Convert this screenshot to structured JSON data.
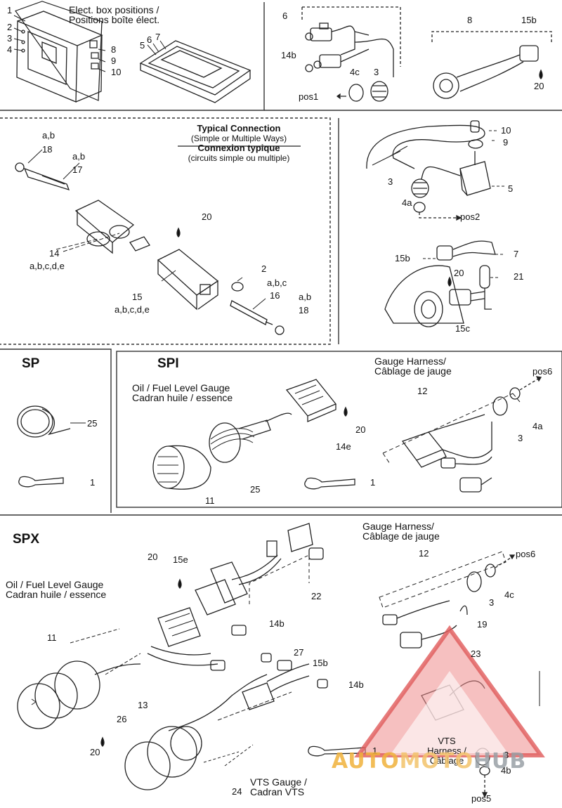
{
  "watermark": {
    "text_a": "AUTO",
    "text_b": "MOTO",
    "text_c": "HUB"
  },
  "panel1": {
    "title1": "Elect. box positions /",
    "title2": "Positions boîte élect.",
    "n1": "1",
    "n2": "2",
    "n3": "3",
    "n4": "4",
    "n8": "8",
    "n9": "9",
    "n10": "10",
    "n5": "5",
    "n6": "6",
    "n7": "7"
  },
  "panel2": {
    "n6": "6",
    "n14b": "14b",
    "n4c": "4c",
    "n3": "3",
    "pos1": "pos1",
    "n8": "8",
    "n15b": "15b",
    "n20": "20"
  },
  "panel3": {
    "t1": "Typical Connection",
    "t2": "(Simple or Multiple Ways)",
    "t3": "Connexion typique",
    "t4": "(circuits simple ou multiple)",
    "ab1": "a,b",
    "n18": "18",
    "ab2": "a,b",
    "n17": "17",
    "n20": "20",
    "n14": "14",
    "abcde1": "a,b,c,d,e",
    "n15": "15",
    "abcde2": "a,b,c,d,e",
    "n2": "2",
    "abc": "a,b,c",
    "n16": "16",
    "ab3": "a,b",
    "n18b": "18"
  },
  "panel4": {
    "n10": "10",
    "n9": "9",
    "n3": "3",
    "n5": "5",
    "n4a": "4a",
    "pos2": "pos2"
  },
  "panel5": {
    "n15b": "15b",
    "n7": "7",
    "n20": "20",
    "n21": "21",
    "n15c": "15c"
  },
  "sp": {
    "title": "SP",
    "n25": "25",
    "n1": "1"
  },
  "spi": {
    "title": "SPI",
    "gauge1": "Oil / Fuel Level Gauge",
    "gauge2": "Cadran huile / essence",
    "harness1": "Gauge Harness/",
    "harness2": "Câblage de jauge",
    "pos6": "pos6",
    "n12": "12",
    "n20": "20",
    "n14e": "14e",
    "n4a": "4a",
    "n3": "3",
    "n25": "25",
    "n11": "11",
    "n1": "1"
  },
  "spx": {
    "title": "SPX",
    "harness1": "Gauge Harness/",
    "harness2": "Câblage de jauge",
    "n20a": "20",
    "n15e": "15e",
    "n12": "12",
    "pos6": "pos6",
    "gauge1": "Oil / Fuel Level Gauge",
    "gauge2": "Cadran huile / essence",
    "n22": "22",
    "n3": "3",
    "n4c": "4c",
    "n14b": "14b",
    "n19": "19",
    "n11": "11",
    "n27": "27",
    "n15b": "15b",
    "n23": "23",
    "n14b2": "14b",
    "n13": "13",
    "n26": "26",
    "n20b": "20",
    "vts1": "VTS",
    "vts2": "Harness /",
    "vts3": "Câblage",
    "n1": "1",
    "n3b": "3",
    "n4b": "4b",
    "vtsg1": "VTS Gauge /",
    "vtsg2": "Cadran VTS",
    "n24": "24",
    "pos5": "pos5"
  }
}
